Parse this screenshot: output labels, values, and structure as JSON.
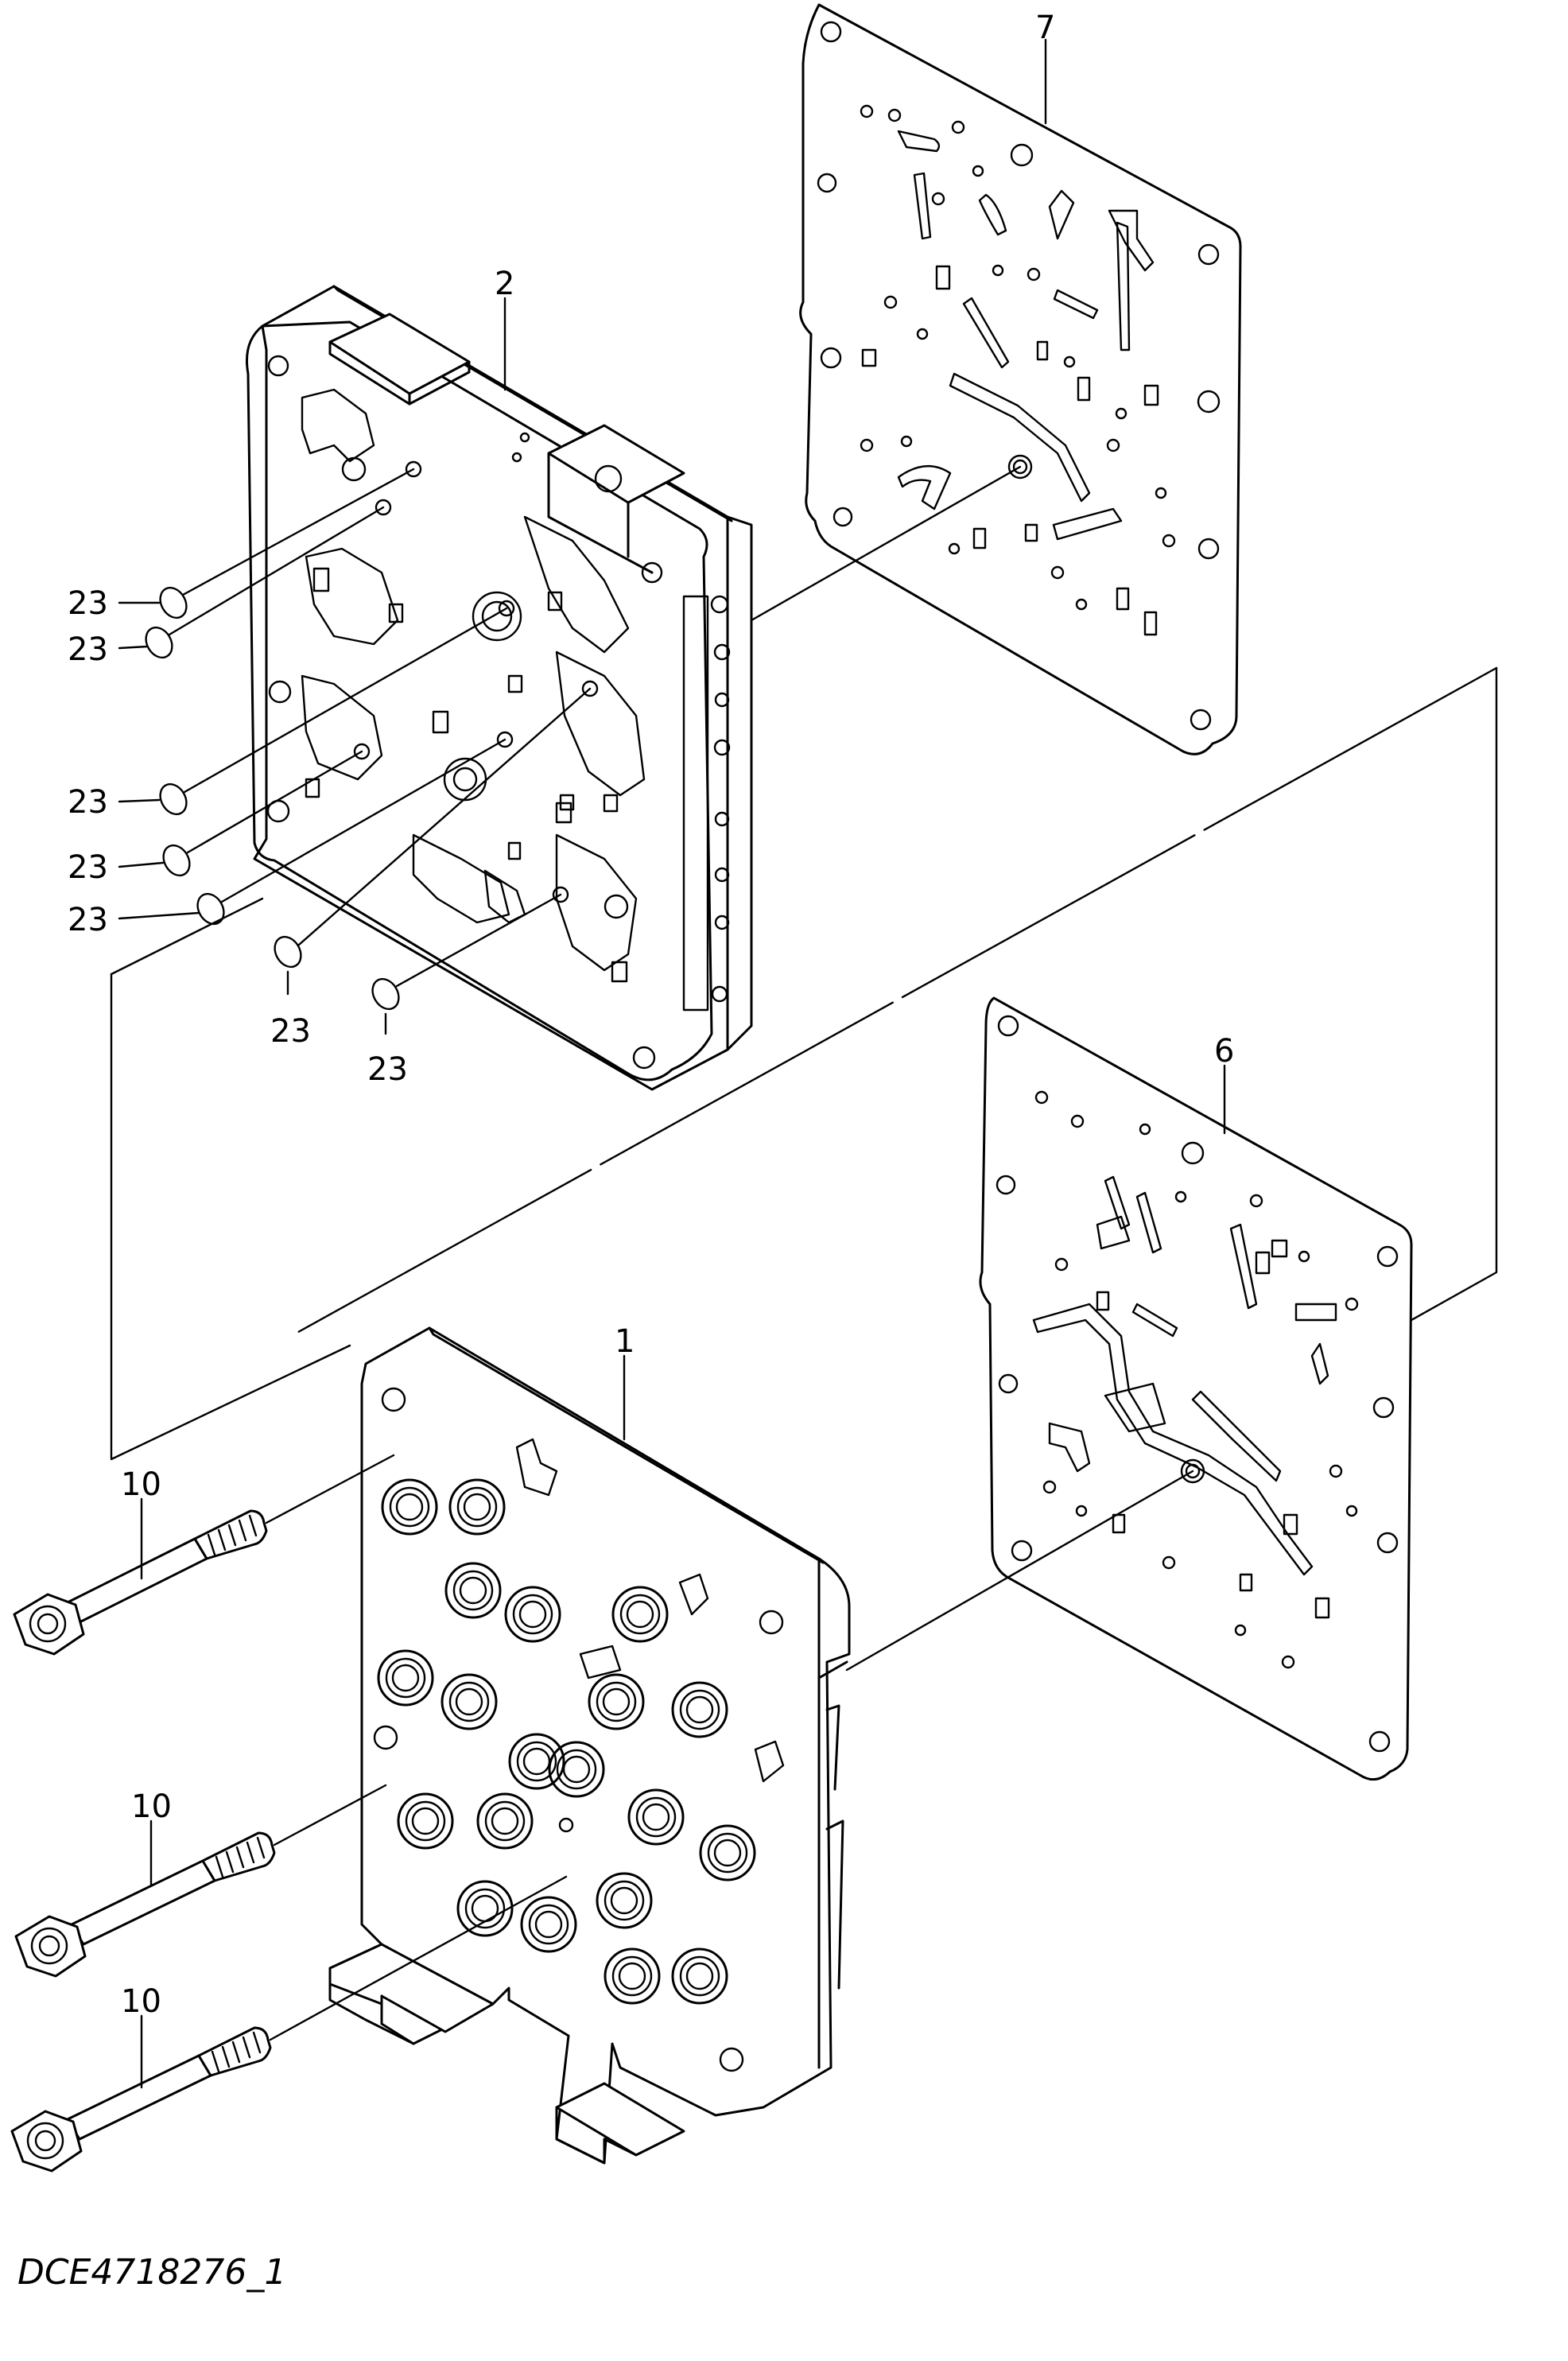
{
  "diagram_id": "DCE4718276_1",
  "callouts": {
    "p1": "1",
    "p2": "2",
    "p6": "6",
    "p7": "7",
    "p10": "10",
    "p23": "23"
  }
}
